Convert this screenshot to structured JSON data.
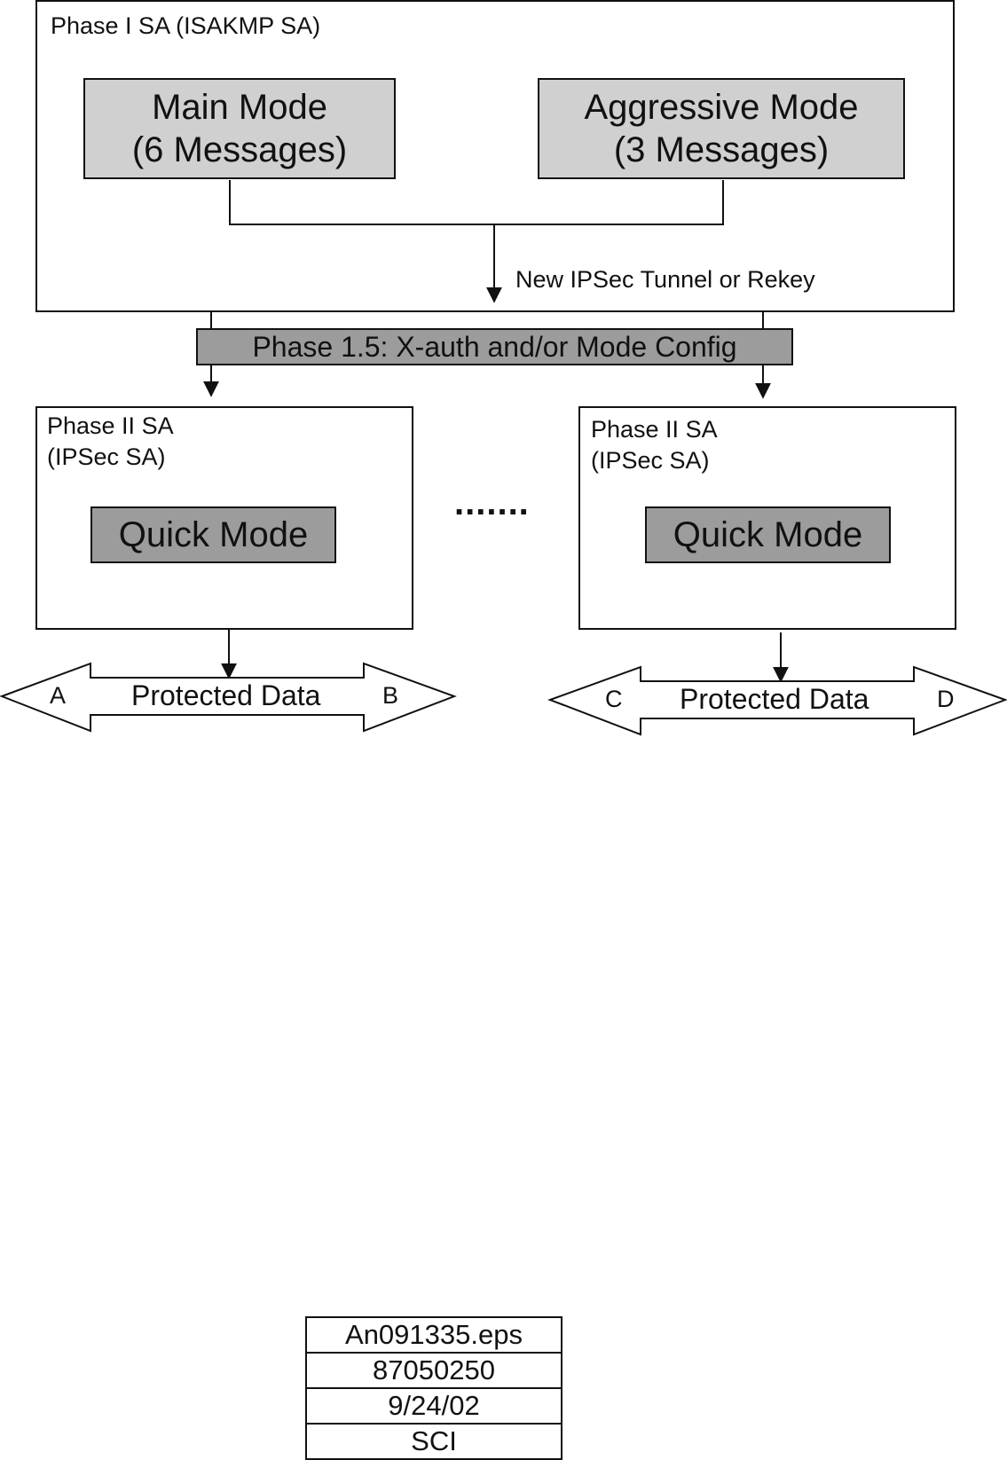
{
  "phase1": {
    "label": "Phase I SA (ISAKMP SA)",
    "main_mode": {
      "line1": "Main Mode",
      "line2": "(6 Messages)"
    },
    "aggressive_mode": {
      "line1": "Aggressive Mode",
      "line2": "(3 Messages)"
    },
    "flow_label": "New IPSec Tunnel or Rekey"
  },
  "phase15": {
    "label": "Phase 1.5: X-auth and/or Mode Config"
  },
  "phase2_left": {
    "line1": "Phase II SA",
    "line2": "(IPSec SA)",
    "quick_mode": "Quick Mode",
    "arrow": {
      "left": "A",
      "center": "Protected Data",
      "right": "B"
    }
  },
  "ellipsis": ".......",
  "phase2_right": {
    "line1": "Phase II SA",
    "line2": "(IPSec SA)",
    "quick_mode": "Quick Mode",
    "arrow": {
      "left": "C",
      "center": "Protected Data",
      "right": "D"
    }
  },
  "stamp": [
    "An091335.eps",
    "87050250",
    "9/24/02",
    "SCI"
  ]
}
